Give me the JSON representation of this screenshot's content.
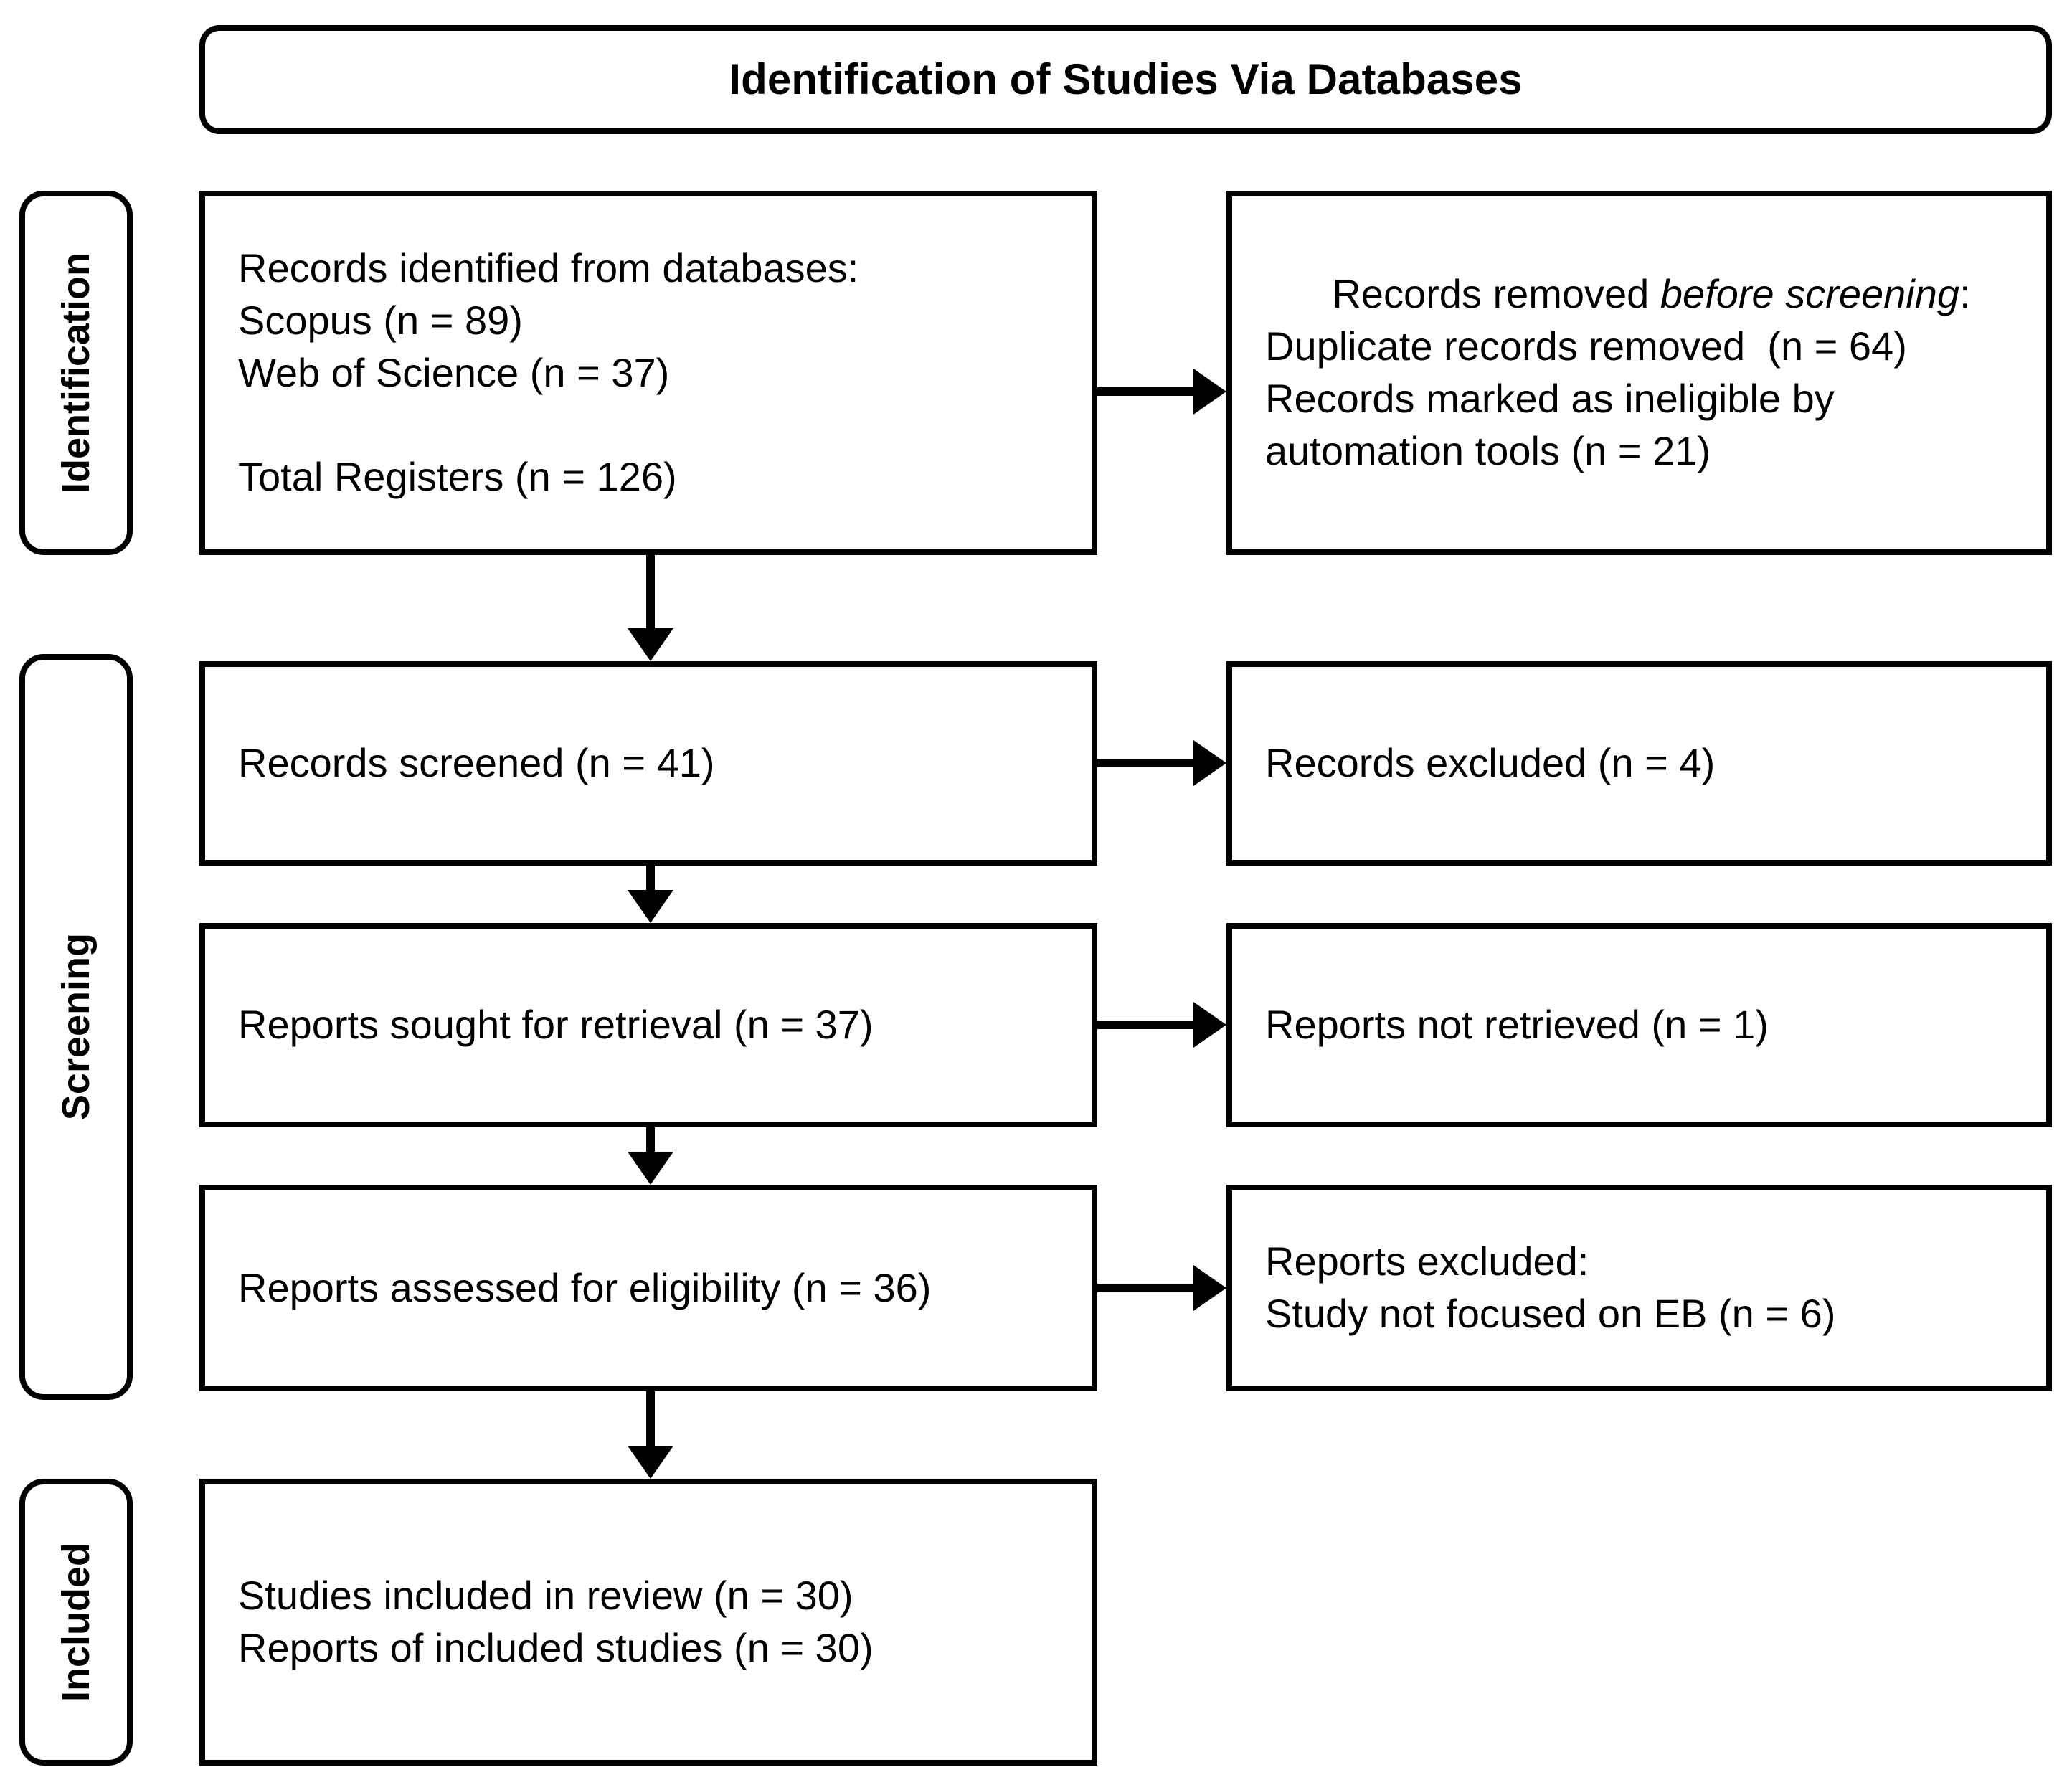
{
  "diagram": {
    "title": "Identification of Studies Via Databases",
    "stages": [
      {
        "id": "identification",
        "label": "Identification"
      },
      {
        "id": "screening",
        "label": "Screening"
      },
      {
        "id": "included",
        "label": "Included"
      }
    ],
    "nodes": {
      "records_identified": {
        "lines": [
          "Records identified from databases:",
          "Scopus (n = 89)",
          "Web of Science (n = 37)",
          "",
          "Total Registers (n = 126)"
        ],
        "counts": {
          "scopus": 89,
          "web_of_science": 37,
          "total_registers": 126
        }
      },
      "records_removed": {
        "lead_plain": "Records removed ",
        "lead_italic": "before screening",
        "lead_tail": ":",
        "lines": [
          "Duplicate records removed  (n = 64)",
          "Records marked as ineligible by",
          "automation tools (n = 21)"
        ],
        "counts": {
          "duplicates_removed": 64,
          "ineligible_by_automation": 21
        }
      },
      "records_screened": {
        "lines": [
          "Records screened (n = 41)"
        ],
        "counts": {
          "n": 41
        }
      },
      "records_excluded": {
        "lines": [
          "Records excluded (n = 4)"
        ],
        "counts": {
          "n": 4
        }
      },
      "reports_sought": {
        "lines": [
          "Reports sought for retrieval (n = 37)"
        ],
        "counts": {
          "n": 37
        }
      },
      "reports_not_retrieved": {
        "lines": [
          "Reports not retrieved (n = 1)"
        ],
        "counts": {
          "n": 1
        }
      },
      "reports_assessed": {
        "lines": [
          "Reports assessed for eligibility (n = 36)"
        ],
        "counts": {
          "n": 36
        }
      },
      "reports_excluded": {
        "lines": [
          "Reports excluded:",
          "Study not focused on EB (n = 6)"
        ],
        "counts": {
          "study_not_focused_on_eb": 6
        }
      },
      "studies_included": {
        "lines": [
          "Studies included in review (n = 30)",
          "Reports of included studies (n = 30)"
        ],
        "counts": {
          "studies_included_in_review": 30,
          "reports_of_included_studies": 30
        }
      }
    },
    "colors": {
      "stroke": "#000000",
      "fill": "#ffffff",
      "text": "#000000"
    }
  }
}
